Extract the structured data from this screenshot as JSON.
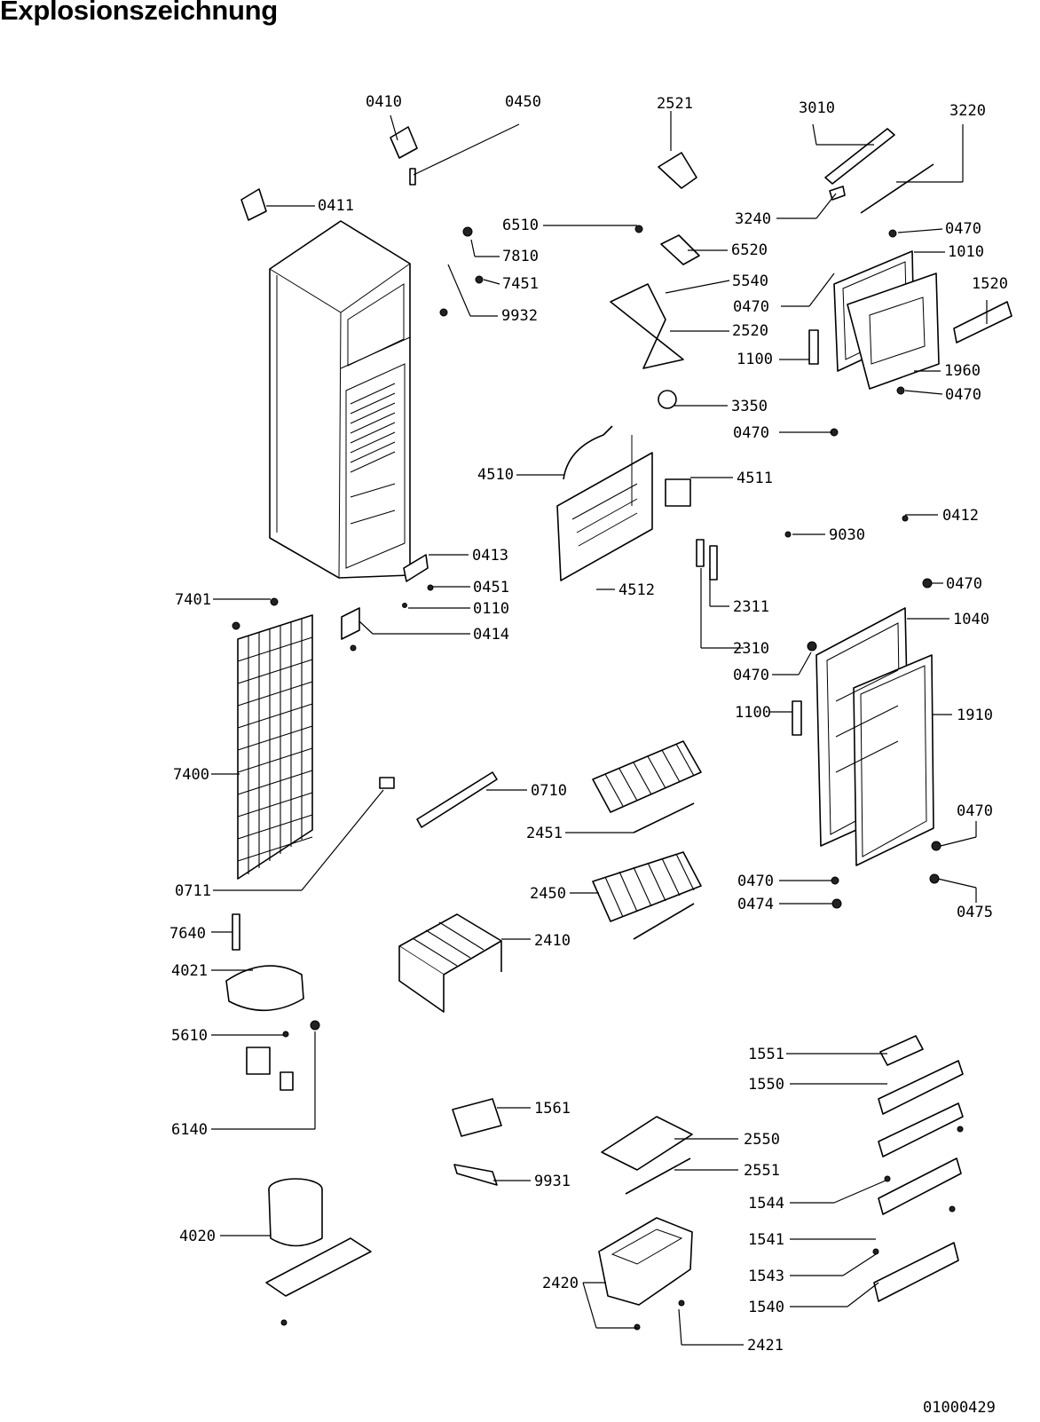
{
  "page": {
    "title": "Explosionszeichnung",
    "drawing_number": "01000429"
  },
  "callouts": {
    "c0410": "0410",
    "c0450": "0450",
    "c2521": "2521",
    "c3010": "3010",
    "c3220": "3220",
    "c0411": "0411",
    "c6510": "6510",
    "c3240": "3240",
    "c0470a": "0470",
    "c7810": "7810",
    "c6520": "6520",
    "c1010": "1010",
    "c7451": "7451",
    "c5540": "5540",
    "c1520": "1520",
    "c0470b": "0470",
    "c9932": "9932",
    "c2520": "2520",
    "c1100a": "1100",
    "c1960": "1960",
    "c0470c": "0470",
    "c3350": "3350",
    "c0470d": "0470",
    "c4510": "4510",
    "c4511": "4511",
    "c0412": "0412",
    "c9030": "9030",
    "c0413": "0413",
    "c0451": "0451",
    "c4512": "4512",
    "c0470e": "0470",
    "c7401": "7401",
    "c0110": "0110",
    "c2311": "2311",
    "c0414": "0414",
    "c1040": "1040",
    "c2310": "2310",
    "c0470f": "0470",
    "c1100b": "1100",
    "c1910": "1910",
    "c7400": "7400",
    "c0710": "0710",
    "c0470g": "0470",
    "c2451": "2451",
    "c0711": "0711",
    "c2450": "2450",
    "c0470h": "0470",
    "c0474": "0474",
    "c0475": "0475",
    "c7640": "7640",
    "c2410": "2410",
    "c4021": "4021",
    "c5610": "5610",
    "c1551": "1551",
    "c1550": "1550",
    "c1561": "1561",
    "c6140": "6140",
    "c2550": "2550",
    "c2551": "2551",
    "c9931": "9931",
    "c1544": "1544",
    "c4020": "4020",
    "c1541": "1541",
    "c1543": "1543",
    "c2420": "2420",
    "c1540": "1540",
    "c2421": "2421"
  }
}
